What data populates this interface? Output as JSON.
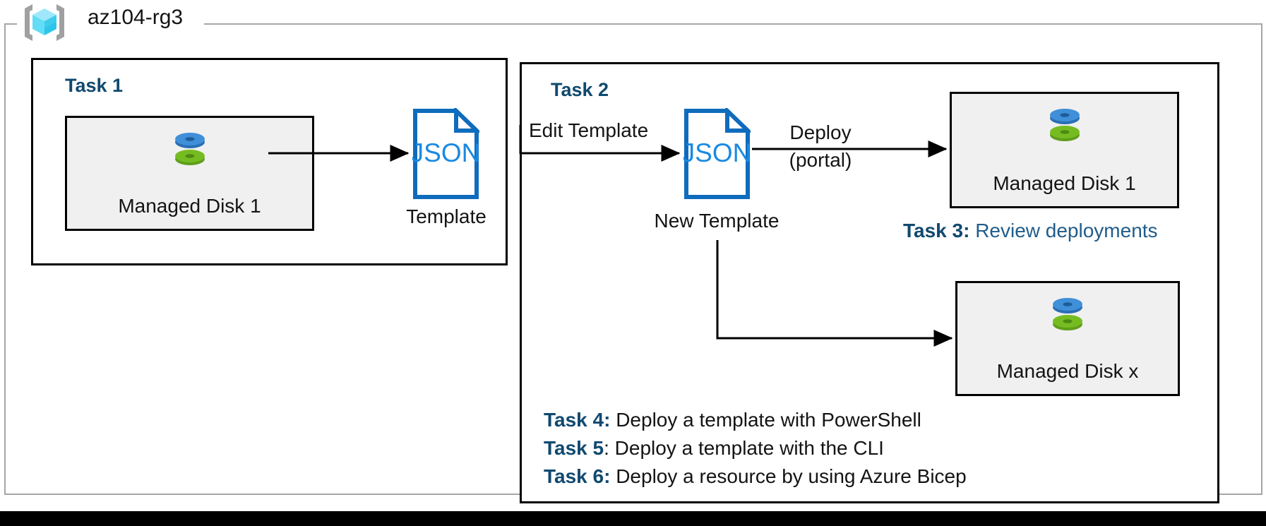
{
  "resource_group": {
    "name": "az104-rg3",
    "icon": "azure-resource-group-icon"
  },
  "tasks": {
    "task1": {
      "heading": "Task 1"
    },
    "task2": {
      "heading": "Task 2"
    },
    "task3": {
      "label": "Task 3:",
      "description": "Review deployments"
    },
    "task4": {
      "label": "Task 4:",
      "description": "Deploy a template with PowerShell"
    },
    "task5": {
      "label": "Task 5",
      "colon": ":",
      "description": "Deploy a template with the CLI"
    },
    "task6": {
      "label": "Task 6:",
      "description": "Deploy a resource by using Azure Bicep"
    }
  },
  "resources": {
    "disk1": {
      "label": "Managed Disk 1",
      "icon": "managed-disk-icon"
    },
    "disk1_deployed": {
      "label": "Managed Disk 1",
      "icon": "managed-disk-icon"
    },
    "diskx": {
      "label": "Managed Disk x",
      "icon": "managed-disk-icon"
    }
  },
  "documents": {
    "template": {
      "filetype": "JSON",
      "caption": "Template",
      "icon": "json-document-icon"
    },
    "new_template": {
      "filetype": "JSON",
      "caption": "New Template",
      "icon": "json-document-icon"
    }
  },
  "edges": {
    "export": {
      "label": ""
    },
    "edit_template": {
      "label": "Edit Template"
    },
    "deploy_portal_line1": {
      "label": "Deploy"
    },
    "deploy_portal_line2": {
      "label": "(portal)"
    },
    "deploy_scripted": {
      "label": ""
    }
  },
  "colors": {
    "task_heading": "#10496f",
    "task_desc_blue": "#1f5c8b",
    "json_outline": "#0f6cbd",
    "json_text": "#1b8ae0",
    "resource_fill": "#f0f0f0",
    "outer_border": "#a6a6a6",
    "disk_blue": "#3f8fd9",
    "disk_green": "#76bc21",
    "rg_cube_light": "#9fe8fb",
    "rg_cube_mid": "#4fd3f2",
    "rg_bracket": "#a0a0a0"
  }
}
